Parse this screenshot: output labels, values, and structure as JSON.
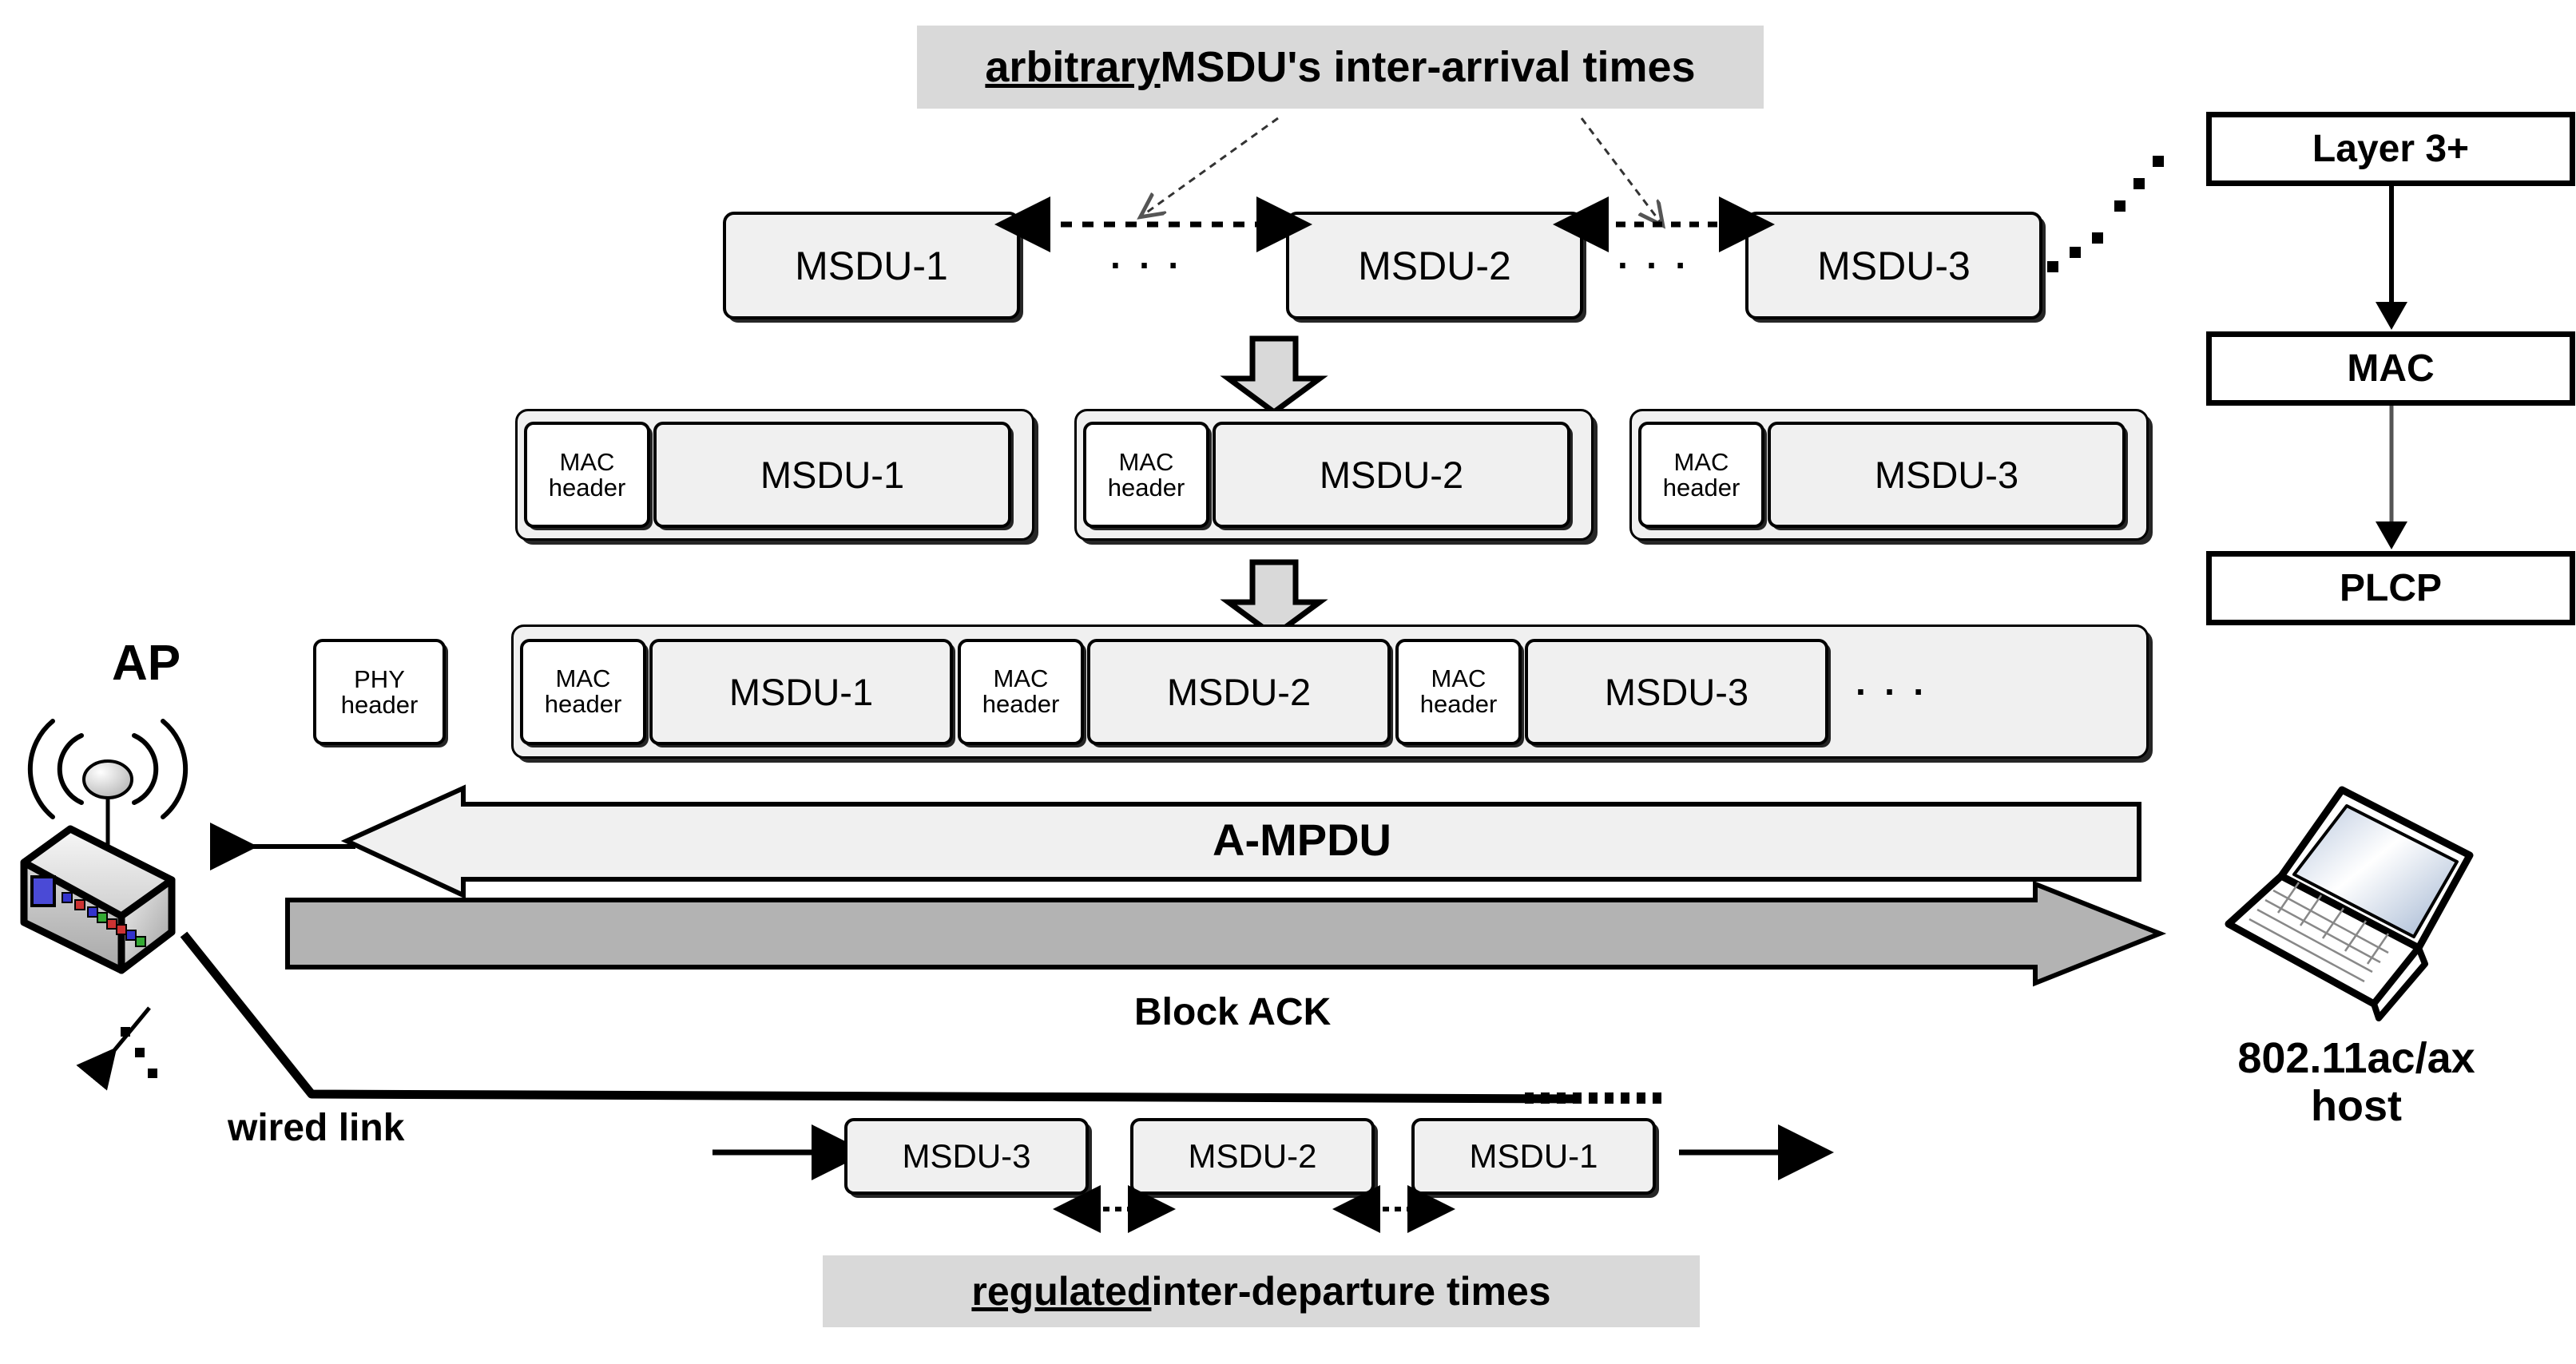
{
  "diagram": {
    "title_top": {
      "emph": "arbitrary",
      "rest": " MSDU's inter-arrival times"
    },
    "title_bottom": {
      "emph": "regulated",
      "rest": " inter-departure times"
    }
  },
  "msdu_row": {
    "boxes": [
      {
        "label": "MSDU-1"
      },
      {
        "label": "MSDU-2"
      },
      {
        "label": "MSDU-3"
      }
    ],
    "gap_dots": [
      "· · ·",
      "· · ·"
    ]
  },
  "mpdu_row": {
    "items": [
      {
        "header": "MAC\nheader",
        "header_line1": "MAC",
        "header_line2": "header",
        "payload": "MSDU-1"
      },
      {
        "header_line1": "MAC",
        "header_line2": "header",
        "payload": "MSDU-2"
      },
      {
        "header_line1": "MAC",
        "header_line2": "header",
        "payload": "MSDU-3"
      }
    ]
  },
  "ampdu_row": {
    "phy_header_line1": "PHY",
    "phy_header_line2": "header",
    "segments": [
      {
        "header_line1": "MAC",
        "header_line2": "header",
        "payload": "MSDU-1"
      },
      {
        "header_line1": "MAC",
        "header_line2": "header",
        "payload": "MSDU-2"
      },
      {
        "header_line1": "MAC",
        "header_line2": "header",
        "payload": "MSDU-3"
      }
    ],
    "trailing_dots": "· · ·"
  },
  "transmission": {
    "ampdu_label": "A-MPDU",
    "block_ack_label": "Block ACK",
    "ampdu_fill": "#f0f0f0",
    "block_ack_fill": "#b3b3b3"
  },
  "access_point": {
    "label": "AP",
    "wired_link_label": "wired link"
  },
  "host": {
    "label_line1": "802.11ac/ax",
    "label_line2": "host"
  },
  "protocol_stack": {
    "boxes": [
      {
        "label": "Layer 3+"
      },
      {
        "label": "MAC"
      },
      {
        "label": "PLCP"
      }
    ]
  },
  "departure_row": {
    "boxes": [
      {
        "label": "MSDU-3"
      },
      {
        "label": "MSDU-2"
      },
      {
        "label": "MSDU-1"
      }
    ]
  }
}
